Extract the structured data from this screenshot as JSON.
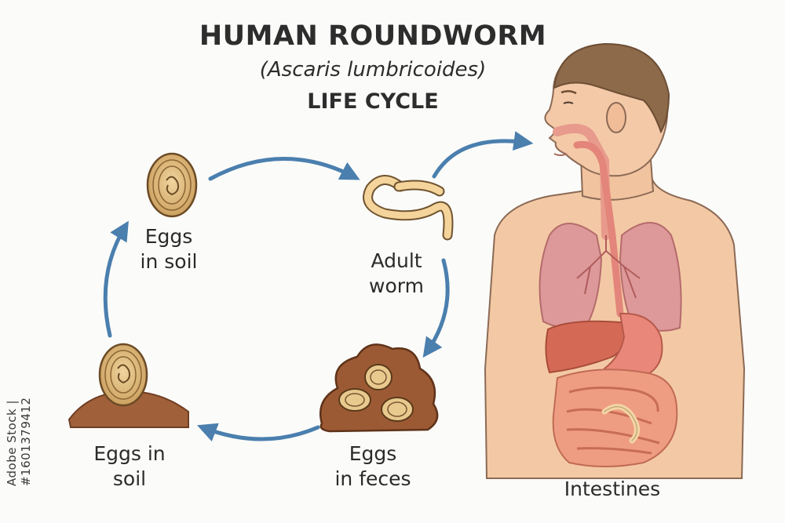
{
  "title": {
    "main": "HUMAN ROUNDWORM",
    "species": "(Ascaris lumbricoides)",
    "sub": "LIFE CYCLE"
  },
  "stages": {
    "eggs_soil_top": {
      "line1": "Eggs",
      "line2": "in soil"
    },
    "adult_worm": {
      "line1": "Adult",
      "line2": "worm"
    },
    "eggs_feces": {
      "line1": "Eggs",
      "line2": "in feces"
    },
    "eggs_soil_bottom": {
      "line1": "Eggs in",
      "line2": "soil"
    }
  },
  "body_label": "Intestines",
  "watermark": "Adobe Stock | #1601379412",
  "colors": {
    "arrow": "#4a7fae",
    "skin": "#f3c9a5",
    "hair": "#8a6a4c",
    "lung": "#d98e8e",
    "intestine": "#e88f75",
    "liver": "#d86b56",
    "worm": "#f2d29a",
    "egg": "#d9b476",
    "soil": "#9b5a34"
  }
}
